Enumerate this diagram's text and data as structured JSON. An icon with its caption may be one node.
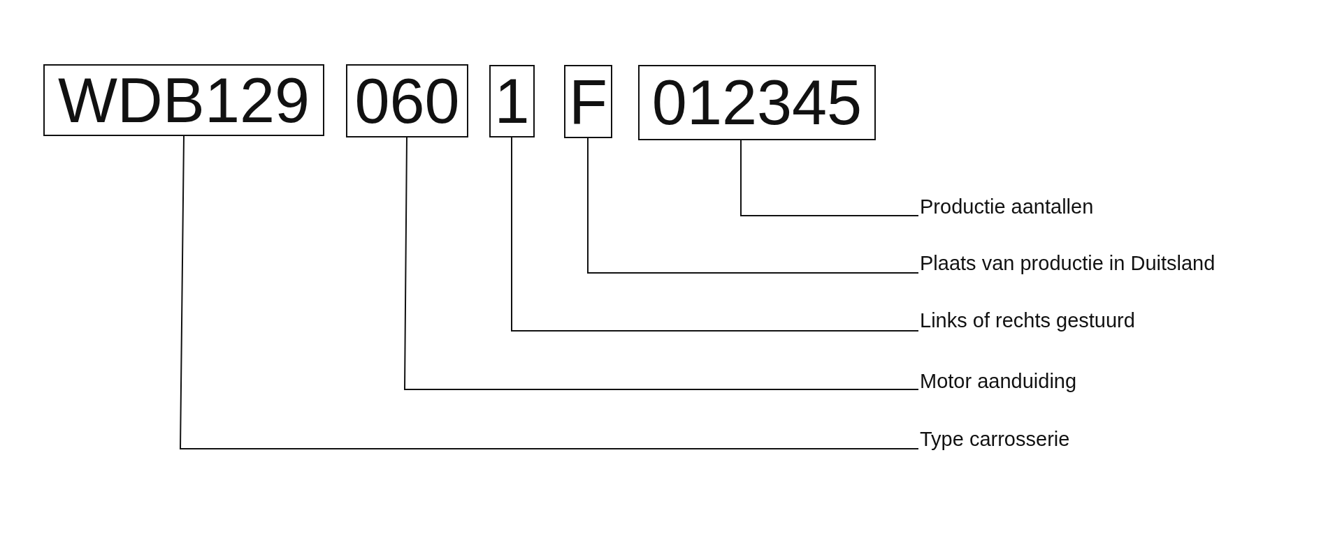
{
  "diagram": {
    "nodes": [
      {
        "text": [
          "WDB129"
        ]
      },
      {
        "text": [
          "060"
        ]
      },
      {
        "text": [
          "1"
        ]
      },
      {
        "text": [
          "F"
        ]
      },
      {
        "text": [
          "012345"
        ]
      },
      {
        "text": [
          "Productie aantallen"
        ]
      },
      {
        "text": [
          "Plaats van productie in Duitsland"
        ]
      },
      {
        "text": [
          "Links of rechts gestuurd"
        ]
      },
      {
        "text": [
          "Motor aanduiding"
        ]
      },
      {
        "text": [
          "Type carrosserie"
        ]
      }
    ],
    "edges": [
      {
        "from": 5,
        "to": 4,
        "arrow": "none"
      },
      {
        "from": 6,
        "to": 3,
        "arrow": "none"
      },
      {
        "from": 7,
        "to": 2,
        "arrow": "none"
      },
      {
        "from": 8,
        "to": 1,
        "arrow": "none"
      },
      {
        "from": 9,
        "to": 0,
        "arrow": "none"
      }
    ]
  }
}
